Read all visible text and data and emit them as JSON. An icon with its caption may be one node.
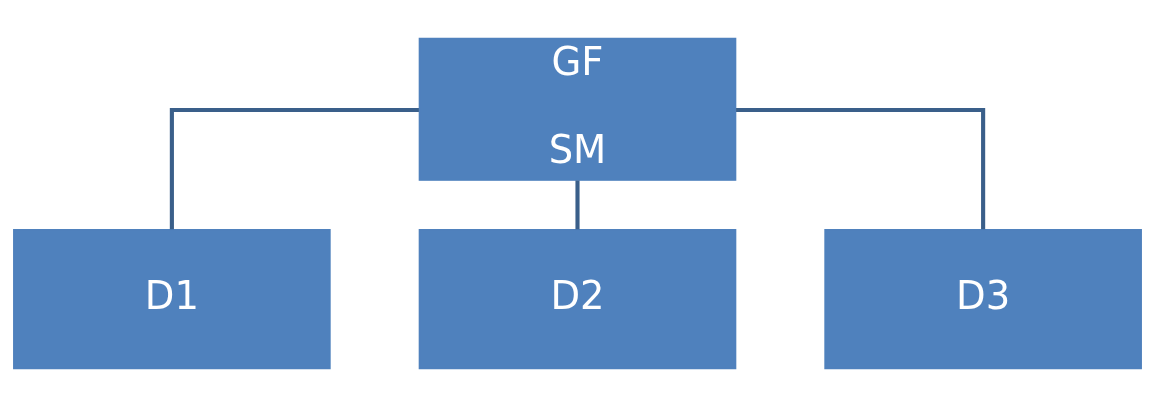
{
  "diagram": {
    "nodes": [
      {
        "text": [
          "GF",
          "SM"
        ]
      },
      {
        "text": [
          "D1"
        ]
      },
      {
        "text": [
          "D2"
        ]
      },
      {
        "text": [
          "D3"
        ]
      }
    ],
    "edges": [
      {
        "from": 0,
        "to": 1,
        "arrow": "none"
      },
      {
        "from": 0,
        "to": 2,
        "arrow": "none"
      },
      {
        "from": 0,
        "to": 3,
        "arrow": "none"
      }
    ]
  }
}
